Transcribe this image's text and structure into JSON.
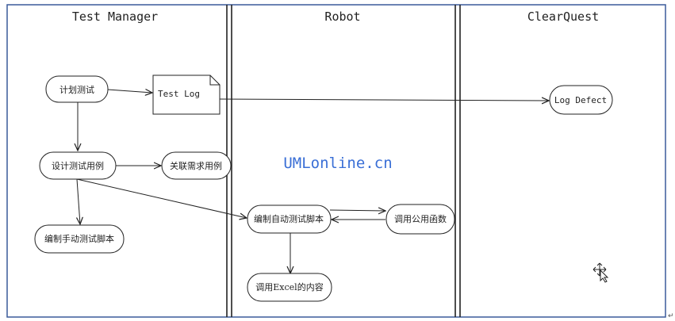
{
  "lanes": {
    "test_manager": "Test Manager",
    "robot": "Robot",
    "clearquest": "ClearQuest"
  },
  "nodes": {
    "plan_test": "计划测试",
    "test_log": "Test Log",
    "log_defect": "Log Defect",
    "design_cases": "设计测试用例",
    "link_requirements": "关联需求用例",
    "write_manual_script": "编制手动测试脚本",
    "write_auto_script": "编制自动测试脚本",
    "call_common_function": "调用公用函数",
    "call_excel": "调用Excel的内容"
  },
  "watermark": "UMLonline.cn",
  "colors": {
    "frame_border": "#3a5a9a",
    "lane_divider": "#222222",
    "watermark": "#3a6fd6"
  }
}
